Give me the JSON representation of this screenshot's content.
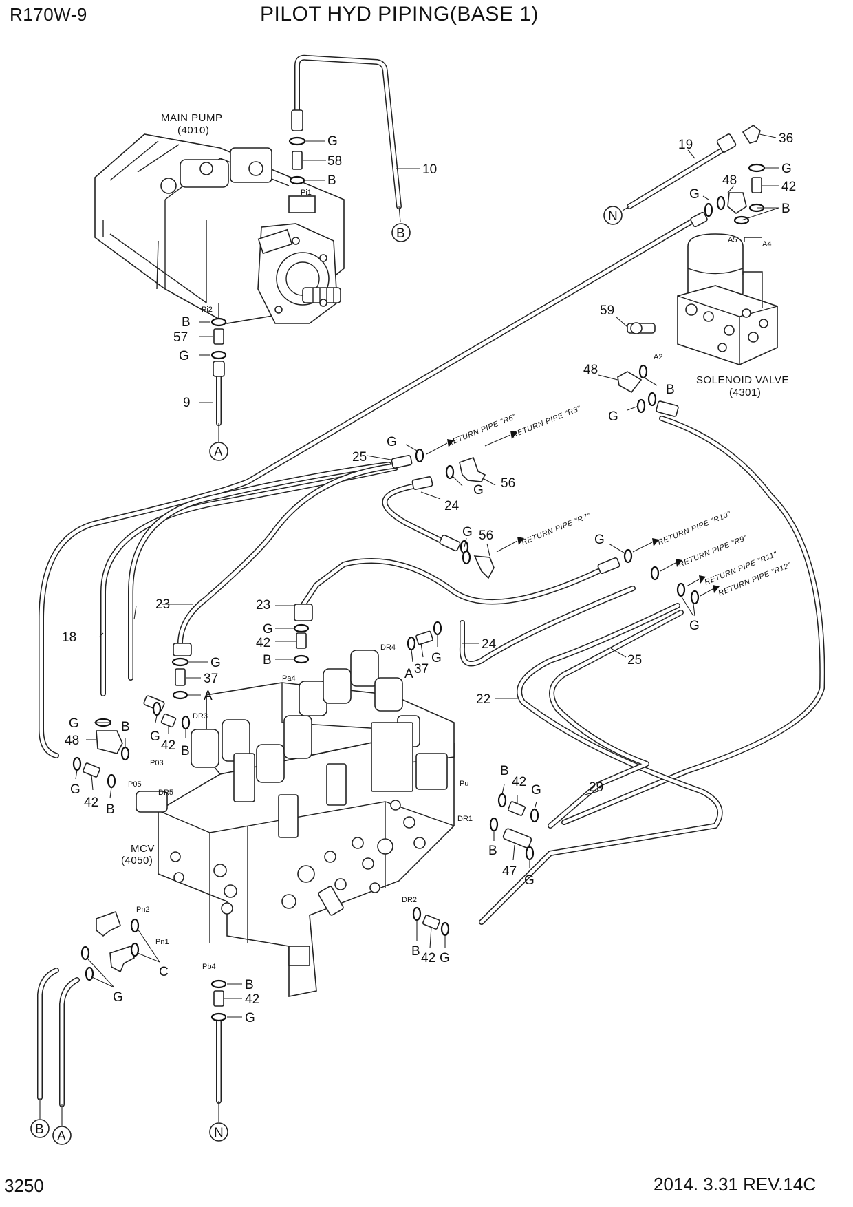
{
  "header": {
    "model": "R170W-9",
    "title": "PILOT HYD PIPING(BASE 1)"
  },
  "footer": {
    "page": "3250",
    "rev": "2014. 3.31  REV.14C"
  },
  "components": {
    "main_pump": {
      "name": "MAIN PUMP",
      "code": "(4010)"
    },
    "solenoid_valve": {
      "name": "SOLENOID VALVE",
      "code": "(4301)"
    },
    "mcv": {
      "name": "MCV",
      "code": "(4050)"
    }
  },
  "connectors": {
    "a": "A",
    "b": "B",
    "n": "N"
  },
  "ports": {
    "pi1": "Pi1",
    "pi2": "Pi2",
    "a5": "A5",
    "a4": "A4",
    "a2": "A2",
    "pa4": "Pa4",
    "dr4": "DR4",
    "dr3": "DR3",
    "dr5": "DR5",
    "dr1": "DR1",
    "dr2": "DR2",
    "p03": "P03",
    "p05": "P05",
    "pu": "Pu",
    "pn2": "Pn2",
    "pn1": "Pn1",
    "pb4": "Pb4"
  },
  "return_pipes": {
    "r6": "RETURN PIPE \"R6\"",
    "r3": "RETURN PIPE \"R3\"",
    "r7": "RETURN PIPE \"R7\"",
    "r10": "RETURN PIPE \"R10\"",
    "r9": "RETURN PIPE \"R9\"",
    "r11": "RETURN PIPE \"R11\"",
    "r12": "RETURN PIPE \"R12\""
  },
  "callouts": {
    "c10": "10",
    "c58": "58",
    "g_top": "G",
    "b_top": "B",
    "c19": "19",
    "c36": "36",
    "g_36": "G",
    "c48a": "48",
    "g_48a": "G",
    "c42a": "42",
    "b_42a": "B",
    "c59": "59",
    "c48b": "48",
    "b_48b": "B",
    "g_48b": "G",
    "b_pi2": "B",
    "c57": "57",
    "g_pi2": "G",
    "c9": "9",
    "g_25": "G",
    "c25a": "25",
    "c24a": "24",
    "g_56a": "G",
    "c56a": "56",
    "g_56b": "G",
    "c56b": "56",
    "g_r10": "G",
    "c23a": "23",
    "c18": "18",
    "c23b": "23",
    "g_23b": "G",
    "c42b": "42",
    "b_42b": "B",
    "c24b": "24",
    "a_37b": "A",
    "c37b": "37",
    "g_37b": "G",
    "g_mid": "G",
    "c25b": "25",
    "c22": "22",
    "g_37a": "G",
    "c37a": "37",
    "a_37a": "A",
    "g_48c": "G",
    "b_48c": "B",
    "c48c": "48",
    "g_42c": "G",
    "c42c": "42",
    "b_42c": "B",
    "g_42d": "G",
    "c42d": "42",
    "b_42d": "B",
    "b_42e": "B",
    "c42e": "42",
    "g_42e": "G",
    "c29": "29",
    "b_47": "B",
    "c47": "47",
    "g_47": "G",
    "b_42f": "B",
    "c42f": "42",
    "g_42f": "G",
    "c_pn": "C",
    "g_pn": "G",
    "b_pb4": "B",
    "c42g": "42",
    "g_pb4": "G"
  }
}
